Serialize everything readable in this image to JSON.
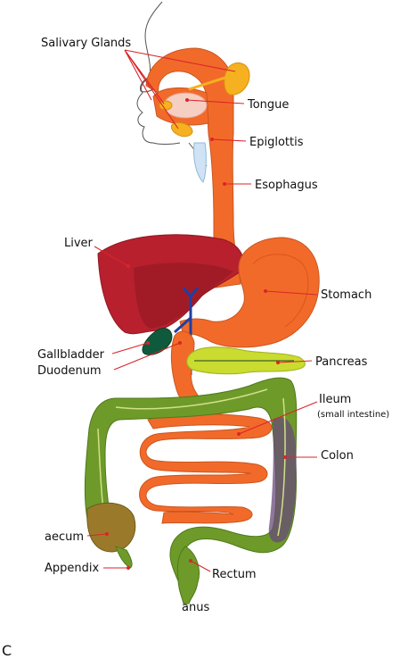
{
  "panel_letter": "C",
  "labels": {
    "salivary_glands": "Salivary Glands",
    "tongue": "Tongue",
    "epiglottis": "Epiglottis",
    "esophagus": "Esophagus",
    "liver": "Liver",
    "stomach": "Stomach",
    "gallbladder": "Gallbladder",
    "duodenum": "Duodenum",
    "pancreas": "Pancreas",
    "ileum": "Ileum",
    "ileum_note": "(small intestine)",
    "colon": "Colon",
    "caecum": "aecum",
    "appendix": "Appendix",
    "rectum": "Rectum",
    "anus": "anus"
  },
  "colors": {
    "tract_orange": "#f26a2a",
    "tract_outline": "#c8561f",
    "liver": "#b8202e",
    "liver_dark": "#8e1822",
    "gland_yellow": "#f5b120",
    "gallbladder": "#0f5a3c",
    "bile_duct": "#1f3fa0",
    "pancreas": "#c9dc2f",
    "colon_green": "#6e9a2a",
    "colon_purple": "#6a4a7a",
    "caecum_brown": "#9a7a2a",
    "epiglottis_blue": "#cfe3f5",
    "leader_red": "#d9252a"
  }
}
